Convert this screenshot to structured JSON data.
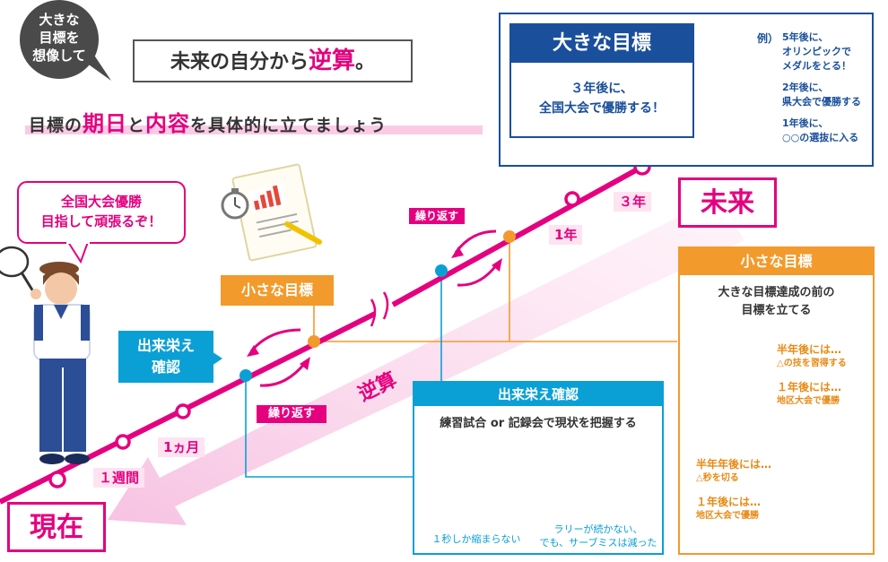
{
  "header": {
    "bubble": [
      "大きな",
      "目標を",
      "想像して"
    ],
    "title_pre": "未来の自分から",
    "title_em": "逆算",
    "title_post": "。",
    "subtitle_a": "目標の",
    "subtitle_em1": "期日",
    "subtitle_b": "と",
    "subtitle_em2": "内容",
    "subtitle_c": "を具体的に立てましょう"
  },
  "speech": [
    "全国大会優勝",
    "目指して頑張るぞ！"
  ],
  "big_goal": {
    "title": "大きな目標",
    "body": [
      "３年後に、",
      "全国大会で優勝する！"
    ],
    "example_label": "例）",
    "examples": [
      [
        "5年後に、",
        "オリンピックで",
        "メダルをとる！"
      ],
      [
        "2年後に、",
        "県大会で優勝する"
      ],
      [
        "1年後に、",
        "○○の選抜に入る"
      ]
    ]
  },
  "timeline": {
    "now": "現在",
    "future": "未来",
    "week": "１週間",
    "month": "1ヵ月",
    "year1": "1年",
    "year3": "３年",
    "reverse": "逆算",
    "repeat_left": "繰り返す",
    "repeat_right": "繰り返す",
    "small_goal": "小さな目標",
    "check": [
      "出来栄え",
      "確認"
    ]
  },
  "check_box": {
    "title": "出来栄え確認",
    "body": "練習試合 or 記録会で現状を把握する",
    "caption_left": "１秒しか縮まらない",
    "caption_right": [
      "ラリーが続かない、",
      "でも、サーブミスは減った"
    ]
  },
  "small_box": {
    "title": "小さな目標",
    "body": [
      "大きな目標達成の前の",
      "目標を立てる"
    ],
    "item1": [
      "半年後には…",
      "△の技を習得する"
    ],
    "item2": [
      "１年後には…",
      "地区大会で優勝"
    ],
    "item3": [
      "半年年後には…",
      "△秒を切る"
    ],
    "item4": [
      "１年後には…",
      "地区大会で優勝"
    ]
  },
  "colors": {
    "pink": "#e4007f",
    "blue": "#0aa0d6",
    "navy": "#1a4f9c",
    "orange": "#f39a2c",
    "light_pink": "#ffe3f1"
  }
}
